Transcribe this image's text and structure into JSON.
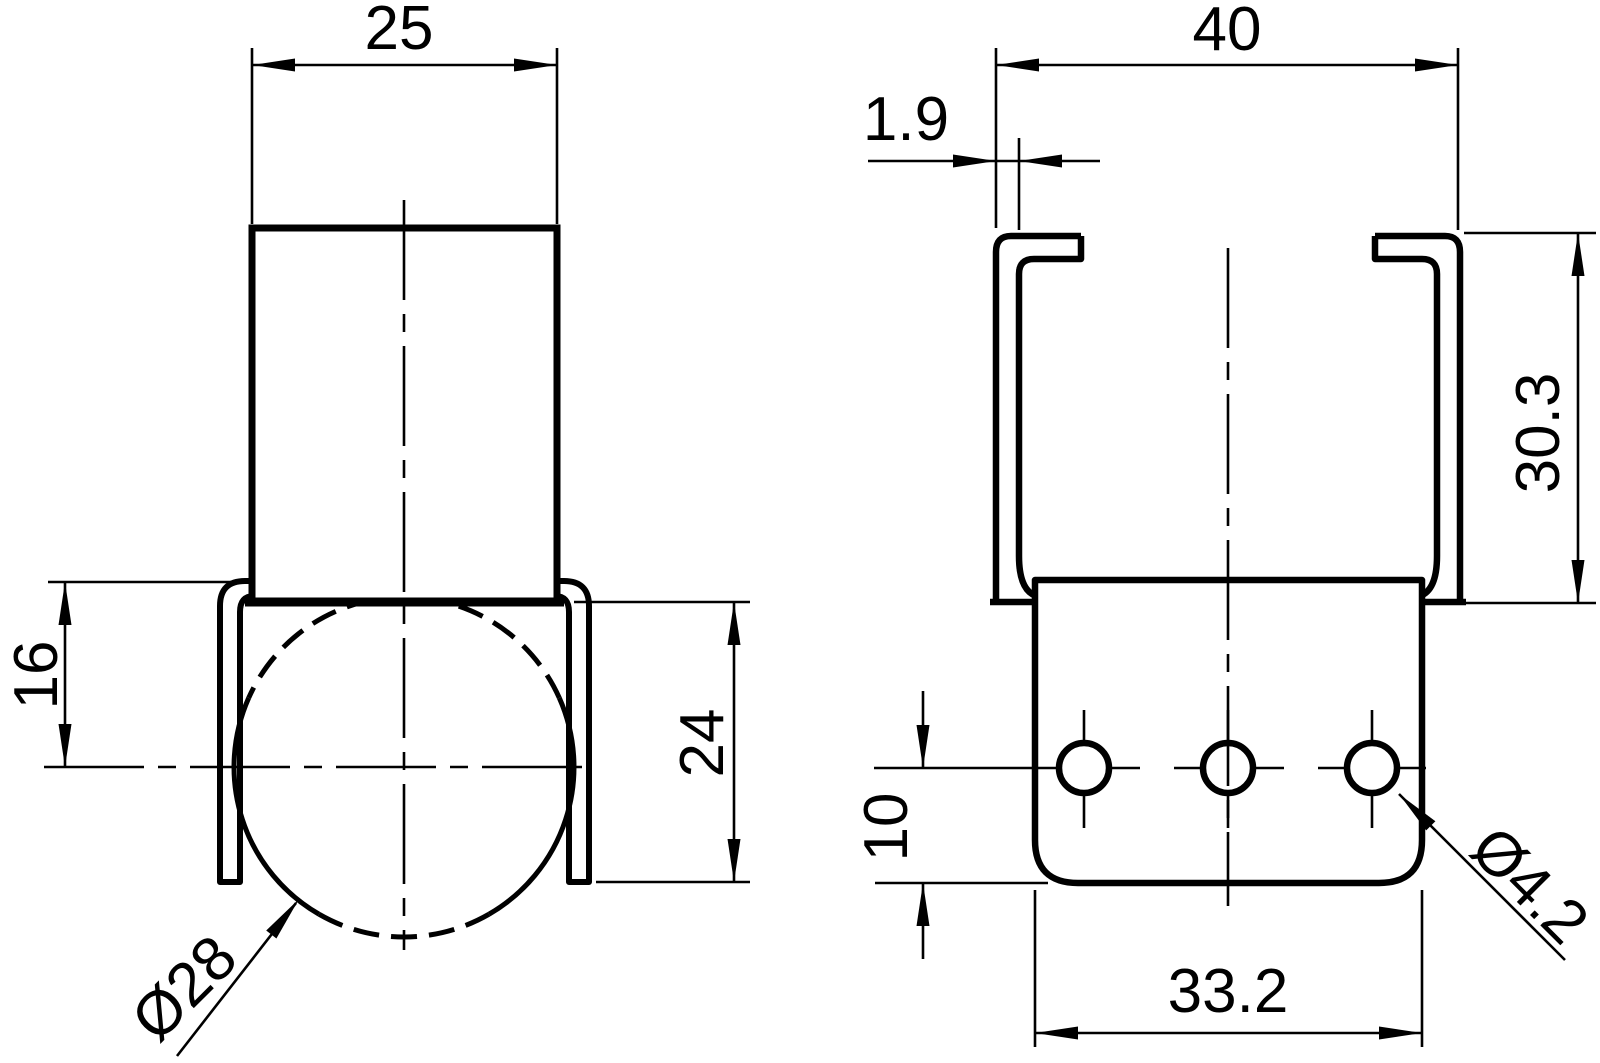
{
  "drawing": {
    "type": "technical-drawing",
    "background": "#ffffff",
    "line_color": "#000000",
    "front_view": {
      "dimensions": {
        "tube_width": "25",
        "arm_top_to_ball_center": "16",
        "clamp_height": "24",
        "ball_diameter": "Ø28"
      }
    },
    "side_view": {
      "dimensions": {
        "overall_width": "40",
        "wall_thickness": "1.9",
        "channel_height": "30.3",
        "hole_center_to_bottom": "10",
        "hole_span_width": "33.2",
        "hole_diameter": "Ø4.2"
      }
    }
  }
}
